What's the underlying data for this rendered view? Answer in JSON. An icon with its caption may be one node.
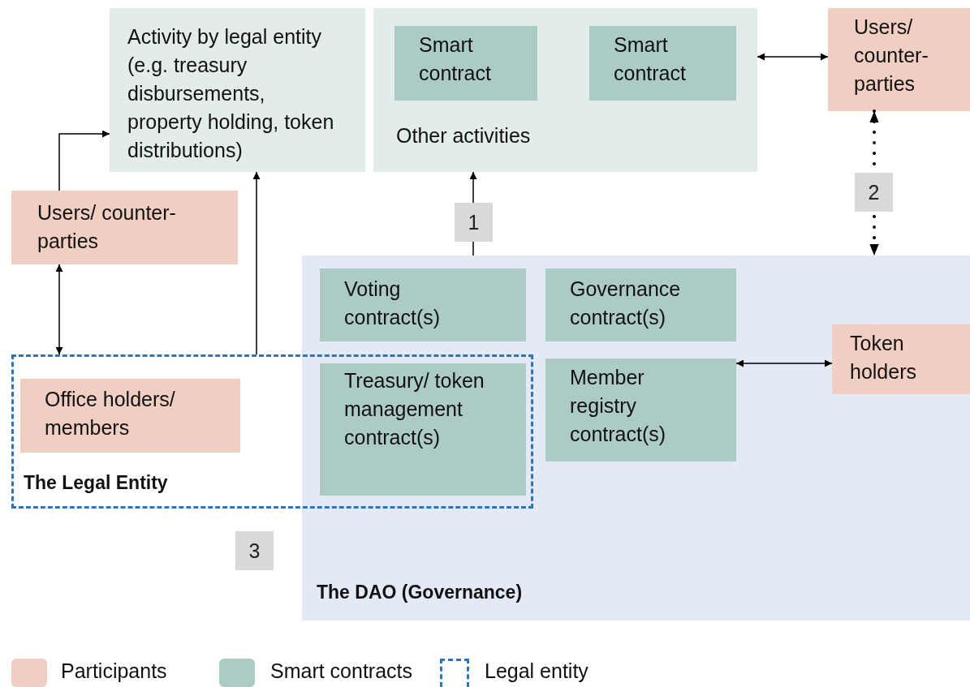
{
  "diagram": {
    "nodes": [
      {
        "text": [
          "Activity by legal entity (e.g. treasury disbursements, property holding, token distributions)"
        ]
      },
      {
        "text": [
          "Other activities"
        ]
      },
      {
        "text": [
          "Smart contract"
        ],
        "in": 1
      },
      {
        "text": [
          "Smart contract"
        ],
        "in": 1
      },
      {
        "text": [
          "Users/ counter-parties"
        ]
      },
      {
        "text": [
          "Users/ counter-parties"
        ]
      },
      {
        "text": [
          "The DAO (Governance)"
        ]
      },
      {
        "text": [
          "Voting contract(s)"
        ],
        "in": 6
      },
      {
        "text": [
          "Governance contract(s)"
        ],
        "in": 6
      },
      {
        "text": [
          "Token holders"
        ],
        "in": 6
      },
      {
        "text": [
          "The Legal Entity"
        ]
      },
      {
        "text": [
          "Office holders/ members"
        ],
        "in": 10
      },
      {
        "text": [
          "Treasury/ token management contract(s)"
        ]
      },
      {
        "text": [
          "Member registry contract(s)"
        ],
        "in": 6
      }
    ],
    "edges": [
      {
        "from": 5,
        "to": 0,
        "arrow": "to"
      },
      {
        "from": 5,
        "to": 10,
        "arrow": "both"
      },
      {
        "from": 10,
        "to": 0,
        "arrow": "to"
      },
      {
        "from": 6,
        "to": 1,
        "arrow": "to",
        "label": "1"
      },
      {
        "from": 1,
        "to": 4,
        "arrow": "both"
      },
      {
        "from": 4,
        "to": 6,
        "arrow": "both",
        "label": "2",
        "style": "dashed"
      },
      {
        "from": 13,
        "to": 9,
        "arrow": "both"
      }
    ],
    "labels": [
      "3"
    ],
    "legend": [
      {
        "text": "Participants",
        "color": "#f0cfc2"
      },
      {
        "text": "Smart contracts",
        "color": "#adcbc5"
      },
      {
        "text": "Legal entity"
      }
    ]
  }
}
